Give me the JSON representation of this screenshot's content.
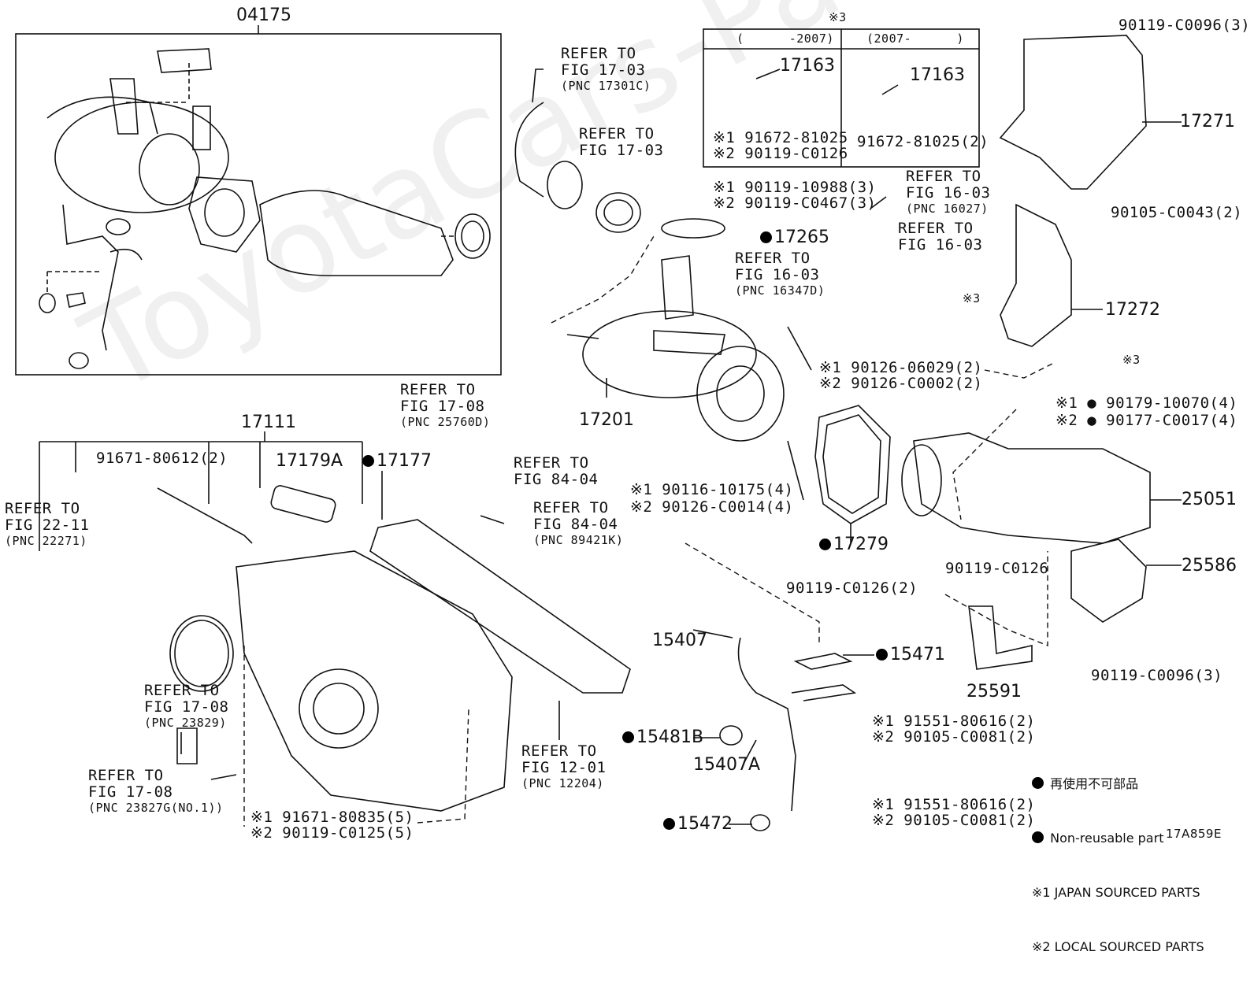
{
  "watermark": "ToyotaCars-Parts.ru",
  "diagram_code": "17A859E",
  "groups": {
    "g04175": "04175",
    "g17111": "17111",
    "note3_header": "※3",
    "note3_col1": "(      -2007)",
    "note3_col2": "(2007-      )"
  },
  "parts": {
    "p17163_a": "17163",
    "p17163_a_bolt1": "※1 91672-81025",
    "p17163_a_bolt2": "※2 90119-C0126",
    "p17163_b": "17163",
    "p17163_b_bolt": "91672-81025(2)",
    "p90119_c0096_top": "90119-C0096(3)",
    "p17271": "17271",
    "p90105_c0043": "90105-C0043(2)",
    "p17272": "17272",
    "note3_a": "※3",
    "note3_b": "※3",
    "p90119_10988": "※1 90119-10988(3)",
    "p90119_c0467": "※2 90119-C0467(3)",
    "p17265": "17265",
    "p90126_06029": "※1 90126-06029(2)",
    "p90126_c0002": "※2 90126-C0002(2)",
    "p17201": "17201",
    "p90179": "※1 ● 90179-10070(4)",
    "p90177": "※2 ● 90177-C0017(4)",
    "p90116_10175": "※1 90116-10175(4)",
    "p90126_c0014": "※2 90126-C0014(4)",
    "p25051": "25051",
    "p17279": "17279",
    "p25586": "25586",
    "p90119_c0126_a": "90119-C0126",
    "p90119_c0126_b": "90119-C0126(2)",
    "p90119_c0096_bot": "90119-C0096(3)",
    "p25591": "25591",
    "p15407": "15407",
    "p15471": "15471",
    "p15481b": "15481B",
    "p15407a": "15407A",
    "p15472": "15472",
    "p91551_a": "※1 91551-80616(2)",
    "p90105_c0081_a": "※2 90105-C0081(2)",
    "p91551_b": "※1 91551-80616(2)",
    "p90105_c0081_b": "※2 90105-C0081(2)",
    "p91671_80612": "91671-80612(2)",
    "p17179a": "17179A",
    "p17177": "17177",
    "p91671_80835": "※1 91671-80835(5)",
    "p90119_c0125": "※2 90119-C0125(5)"
  },
  "refs": {
    "r17301c": [
      "REFER TO",
      "FIG 17-03",
      "(PNC 17301C)"
    ],
    "r17_03": [
      "REFER TO",
      "FIG 17-03"
    ],
    "r16027": [
      "REFER TO",
      "FIG 16-03",
      "(PNC 16027)"
    ],
    "r16_03": [
      "REFER TO",
      "FIG 16-03"
    ],
    "r16347d": [
      "REFER TO",
      "FIG 16-03",
      "(PNC 16347D)"
    ],
    "r25760d": [
      "REFER TO",
      "FIG 17-08",
      "(PNC 25760D)"
    ],
    "r22271": [
      "REFER TO",
      "FIG 22-11",
      "(PNC 22271)"
    ],
    "r84_04": [
      "REFER TO",
      "FIG 84-04"
    ],
    "r89421k": [
      "REFER TO",
      "FIG 84-04",
      "(PNC 89421K)"
    ],
    "r23829": [
      "REFER TO",
      "FIG 17-08",
      "(PNC 23829)"
    ],
    "r23827g": [
      "REFER TO",
      "FIG 17-08",
      "(PNC 23827G(NO.1))"
    ],
    "r12204": [
      "REFER TO",
      "FIG 12-01",
      "(PNC 12204)"
    ]
  },
  "legend": {
    "line1": "再使用不可部品",
    "line2": "Non-reusable part",
    "line3": "※1 JAPAN SOURCED PARTS",
    "line4": "※2 LOCAL SOURCED PARTS"
  }
}
